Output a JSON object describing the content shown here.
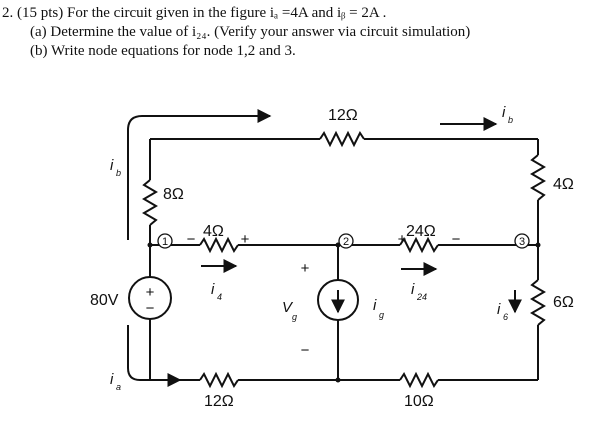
{
  "problem": {
    "line1": "2. (15 pts) For the circuit given in the figure iₐ =4A and iᵦ = 2A .",
    "line2": "(a) Determine the value of i₂₄. (Verify your answer via circuit simulation)",
    "line3": "(b) Write node equations for node 1,2 and 3."
  },
  "circuit": {
    "r_top": "12Ω",
    "r_8": "8Ω",
    "r_4_left": "4Ω",
    "r_24": "24Ω",
    "r_4_right": "4Ω",
    "r_6": "6Ω",
    "r_12_bottom": "12Ω",
    "r_10": "10Ω",
    "source_80": "80V",
    "node1": "1",
    "node2": "2",
    "node3": "3",
    "plus": "+",
    "minus": "−",
    "i_b": "i",
    "i_b_sub": "b",
    "i_a": "i",
    "i_a_sub": "a",
    "i_4": "i",
    "i_4_sub": "4",
    "i_24": "i",
    "i_24_sub": "24",
    "i_6": "i",
    "i_6_sub": "6",
    "i_g": "i",
    "i_g_sub": "g",
    "v_g": "V",
    "v_g_sub": "g"
  }
}
